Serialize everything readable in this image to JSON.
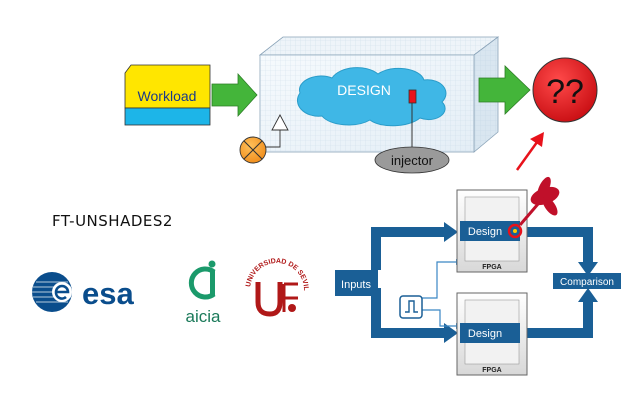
{
  "top": {
    "workload_label": "Workload",
    "design_label": "DESIGN",
    "injector_label": "injector",
    "unknown_label": "??"
  },
  "title": "FT-UNSHADES2",
  "logos": {
    "esa": "esa",
    "aicia": "aicia",
    "us": "UNIVERSIDAD DE SEVILLA"
  },
  "fpga": {
    "inputs_label": "Inputs",
    "design_label": "Design",
    "fpga_label": "FPGA",
    "comparison_label": "Comparison"
  },
  "colors": {
    "arrow_green": "#44b53a",
    "unknown_red": "#e8121b",
    "fpga_blue": "#1a5f96",
    "workload_yellow": "#ffe600",
    "workload_cyan": "#1db5e8"
  }
}
